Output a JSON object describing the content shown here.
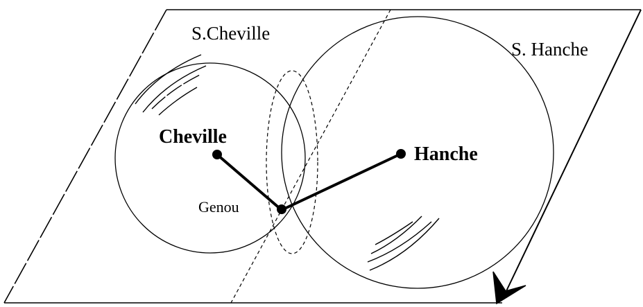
{
  "labels": {
    "sphere_ankle": "S.Cheville",
    "sphere_hip": "S. Hanche",
    "ankle": "Cheville",
    "hip": "Hanche",
    "knee": "Genou"
  },
  "colors": {
    "ink": "#000000",
    "background": "#ffffff"
  }
}
